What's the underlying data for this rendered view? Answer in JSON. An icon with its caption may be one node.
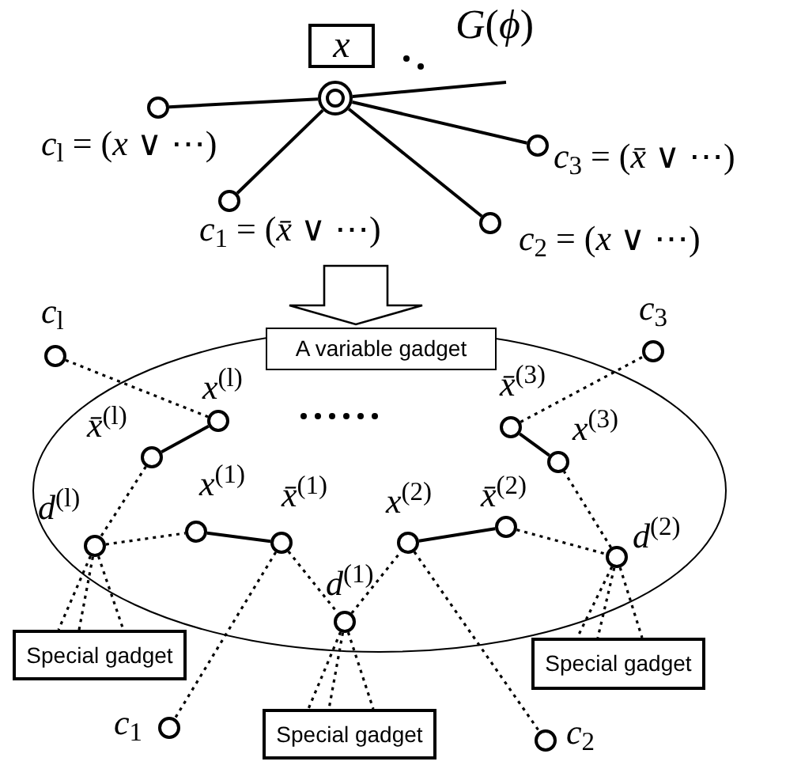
{
  "diagram": {
    "nodes": [
      {
        "text": [
          "x"
        ]
      },
      {
        "text": [],
        "shape": "circle"
      },
      {
        "text": [],
        "shape": "circle",
        "beside": [
          "*c*$_{l}$ = (*x* ∨ ⋯)"
        ]
      },
      {
        "text": [],
        "shape": "circle",
        "beside": [
          "*c*$_{3}$ = (*x̄* ∨ ⋯)"
        ]
      },
      {
        "text": [],
        "shape": "circle",
        "beside": [
          "*c*$_{1}$ = (*x̄* ∨ ⋯)"
        ]
      },
      {
        "text": [],
        "shape": "circle",
        "beside": [
          "*c*$_{2}$ = (*x* ∨ ⋯)"
        ]
      },
      {
        "text": [
          "A variable gadget"
        ]
      },
      {
        "text": [],
        "shape": "circle",
        "beside": [
          "*c*$_{l}$"
        ]
      },
      {
        "text": [],
        "shape": "circle",
        "in": 6,
        "beside": [
          "*x*$^{(l)}$"
        ]
      },
      {
        "text": [],
        "shape": "circle",
        "beside": [
          "*c*$_{3}$"
        ]
      },
      {
        "text": [],
        "shape": "circle",
        "in": 6,
        "beside": [
          "*x̄*$^{(l)}$"
        ]
      },
      {
        "text": [],
        "shape": "circle",
        "in": 6,
        "beside": [
          "*x̄*$^{(3)}$"
        ]
      },
      {
        "text": [],
        "shape": "circle",
        "in": 6,
        "beside": [
          "*x*$^{(3)}$"
        ]
      },
      {
        "text": [],
        "shape": "circle",
        "in": 6,
        "beside": [
          "*d*$^{(l)}$"
        ]
      },
      {
        "text": [],
        "shape": "circle",
        "in": 6,
        "beside": [
          "*x*$^{(1)}$"
        ]
      },
      {
        "text": [],
        "shape": "circle",
        "in": 6,
        "beside": [
          "*x̄*$^{(1)}$"
        ]
      },
      {
        "text": [],
        "shape": "circle",
        "in": 6,
        "beside": [
          "*x*$^{(2)}$"
        ]
      },
      {
        "text": [],
        "shape": "circle",
        "in": 6,
        "beside": [
          "*x̄*$^{(2)}$"
        ]
      },
      {
        "text": [],
        "shape": "circle",
        "in": 6,
        "beside": [
          "*d*$^{(2)}$"
        ]
      },
      {
        "text": [],
        "shape": "circle",
        "in": 6,
        "beside": [
          "*d*$^{(1)}$"
        ]
      },
      {
        "text": [
          "Special gadget"
        ]
      },
      {
        "text": [
          "Special gadget"
        ]
      },
      {
        "text": [],
        "shape": "circle",
        "beside": [
          "*c*$_{1}$"
        ]
      },
      {
        "text": [
          "Special gadget"
        ]
      },
      {
        "text": [],
        "shape": "circle",
        "beside": [
          "*c*$_{2}$"
        ]
      }
    ],
    "edges": [
      {
        "from": 1,
        "to": 2,
        "arrow": "none"
      },
      {
        "from": 1,
        "to": 4,
        "arrow": "none"
      },
      {
        "from": 1,
        "to": 5,
        "arrow": "none"
      },
      {
        "from": 1,
        "to": 3,
        "arrow": "none"
      },
      {
        "from": 1,
        "to": null,
        "arrow": "none"
      },
      {
        "from": null,
        "to": 6,
        "arrow": "to",
        "style": "thick"
      },
      {
        "from": 7,
        "to": 8,
        "arrow": "none",
        "style": "dashed"
      },
      {
        "from": 8,
        "to": 10,
        "arrow": "none"
      },
      {
        "from": 10,
        "to": 13,
        "arrow": "none",
        "style": "dashed"
      },
      {
        "from": 13,
        "to": 14,
        "arrow": "none",
        "style": "dashed"
      },
      {
        "from": 14,
        "to": 15,
        "arrow": "none"
      },
      {
        "from": 15,
        "to": 19,
        "arrow": "none",
        "style": "dashed"
      },
      {
        "from": 15,
        "to": 22,
        "arrow": "none",
        "style": "dashed"
      },
      {
        "from": 19,
        "to": 16,
        "arrow": "none",
        "style": "dashed"
      },
      {
        "from": 16,
        "to": 17,
        "arrow": "none"
      },
      {
        "from": 16,
        "to": 24,
        "arrow": "none",
        "style": "dashed"
      },
      {
        "from": 17,
        "to": 18,
        "arrow": "none",
        "style": "dashed"
      },
      {
        "from": 18,
        "to": 12,
        "arrow": "none",
        "style": "dashed"
      },
      {
        "from": 12,
        "to": 11,
        "arrow": "none"
      },
      {
        "from": 11,
        "to": 9,
        "arrow": "none",
        "style": "dashed"
      },
      {
        "from": 13,
        "to": 20,
        "arrow": "none",
        "style": "dashed"
      },
      {
        "from": 13,
        "to": 20,
        "arrow": "none",
        "style": "dashed"
      },
      {
        "from": 13,
        "to": 20,
        "arrow": "none",
        "style": "dashed"
      },
      {
        "from": 19,
        "to": 23,
        "arrow": "none",
        "style": "dashed"
      },
      {
        "from": 19,
        "to": 23,
        "arrow": "none",
        "style": "dashed"
      },
      {
        "from": 19,
        "to": 23,
        "arrow": "none",
        "style": "dashed"
      },
      {
        "from": 18,
        "to": 21,
        "arrow": "none",
        "style": "dashed"
      },
      {
        "from": 18,
        "to": 21,
        "arrow": "none",
        "style": "dashed"
      },
      {
        "from": 18,
        "to": 21,
        "arrow": "none",
        "style": "dashed"
      }
    ],
    "labels": [
      "*G*(*ϕ*)"
    ]
  }
}
